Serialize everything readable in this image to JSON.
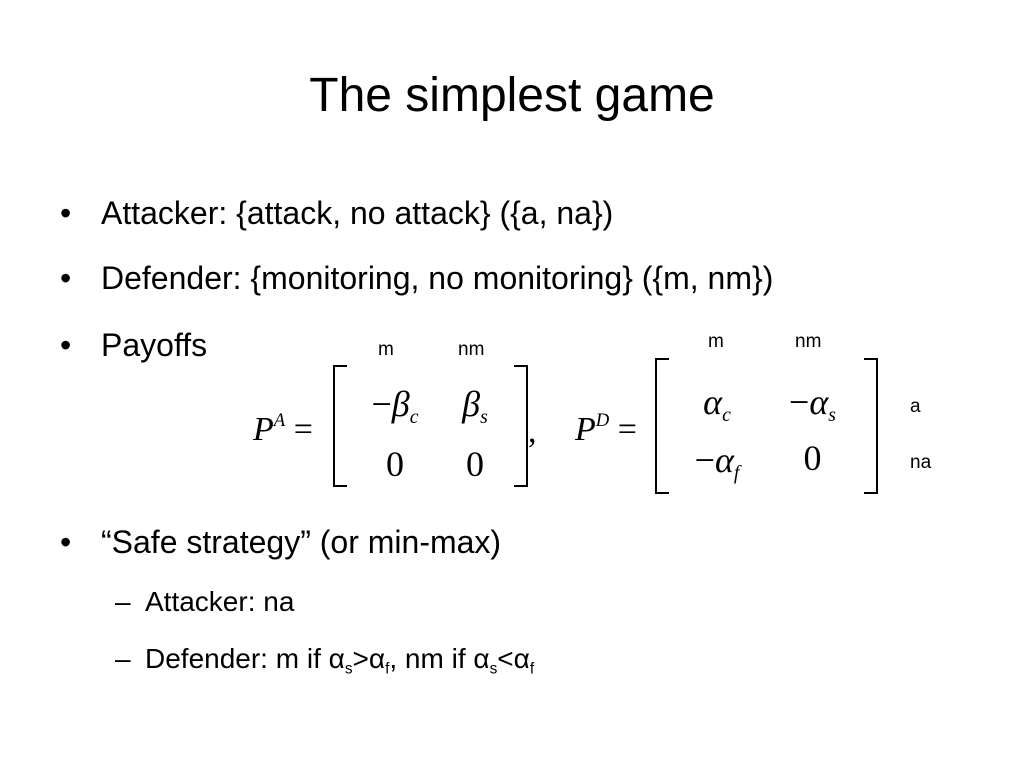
{
  "slide": {
    "title": "The simplest game",
    "bullets": [
      {
        "symbol": "•",
        "text": "Attacker: {attack, no attack} ({a, na})"
      },
      {
        "symbol": "•",
        "text": "Defender: {monitoring, no monitoring} ({m, nm})"
      },
      {
        "symbol": "•",
        "text": "Payoffs"
      },
      {
        "symbol": "•",
        "text": "“Safe strategy” (or min-max)"
      }
    ],
    "sub_bullets": [
      {
        "symbol": "–",
        "text": "Attacker: na"
      },
      {
        "symbol": "–",
        "text_prefix": "Defender: m if ",
        "alpha": "α",
        "s": "s",
        "gt": ">",
        "f": "f",
        "middle": ", nm if ",
        "lt": "<"
      }
    ]
  },
  "payoff_attacker": {
    "name": "P",
    "superscript": "A",
    "equals": "=",
    "separator": ",",
    "col_labels": [
      "m",
      "nm"
    ],
    "cells": [
      {
        "sign": "−",
        "symbol": "β",
        "subscript": "c"
      },
      {
        "sign": "",
        "symbol": "β",
        "subscript": "s"
      },
      {
        "value": "0"
      },
      {
        "value": "0"
      }
    ]
  },
  "payoff_defender": {
    "name": "P",
    "superscript": "D",
    "equals": "=",
    "col_labels": [
      "m",
      "nm"
    ],
    "row_labels": [
      "a",
      "na"
    ],
    "cells": [
      {
        "sign": "",
        "symbol": "α",
        "subscript": "c"
      },
      {
        "sign": "−",
        "symbol": "α",
        "subscript": "s"
      },
      {
        "sign": "−",
        "symbol": "α",
        "subscript": "f"
      },
      {
        "value": "0"
      }
    ]
  }
}
